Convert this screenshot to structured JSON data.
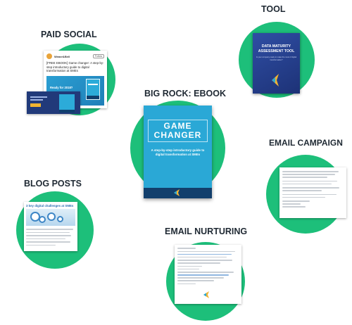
{
  "labels": {
    "paid_social": "PAID SOCIAL",
    "tool": "TOOL",
    "big_rock": "BIG ROCK: EBOOK",
    "email_campaign": "EMAIL CAMPAIGN",
    "blog_posts": "BLOG POSTS",
    "email_nurturing": "EMAIL NURTURING"
  },
  "paid_social": {
    "account": "Weavr&Bell",
    "follow": "Follow",
    "post_text": "[FREE EBOOK] Game changer: A step-by-step introductory guide to digital transformation at SMEs",
    "banner_text": "Ready for 2018?"
  },
  "tool": {
    "title": "DATA MATURITY ASSESSMENT TOOL",
    "subtitle": "Is your company ready to make the most of digital transformation?"
  },
  "ebook": {
    "title": "GAME CHANGER",
    "subtitle": "A step-by-step introductory guide to digital transformation at SMEs"
  },
  "blog": {
    "title": "3 key digital challenges at SMEs"
  },
  "colors": {
    "circle": "#1dbf7a",
    "ebook_blue": "#2aa8d6",
    "navy": "#123f6c",
    "tool_blue": "#2f4ea4",
    "accent": "#f2b431"
  }
}
